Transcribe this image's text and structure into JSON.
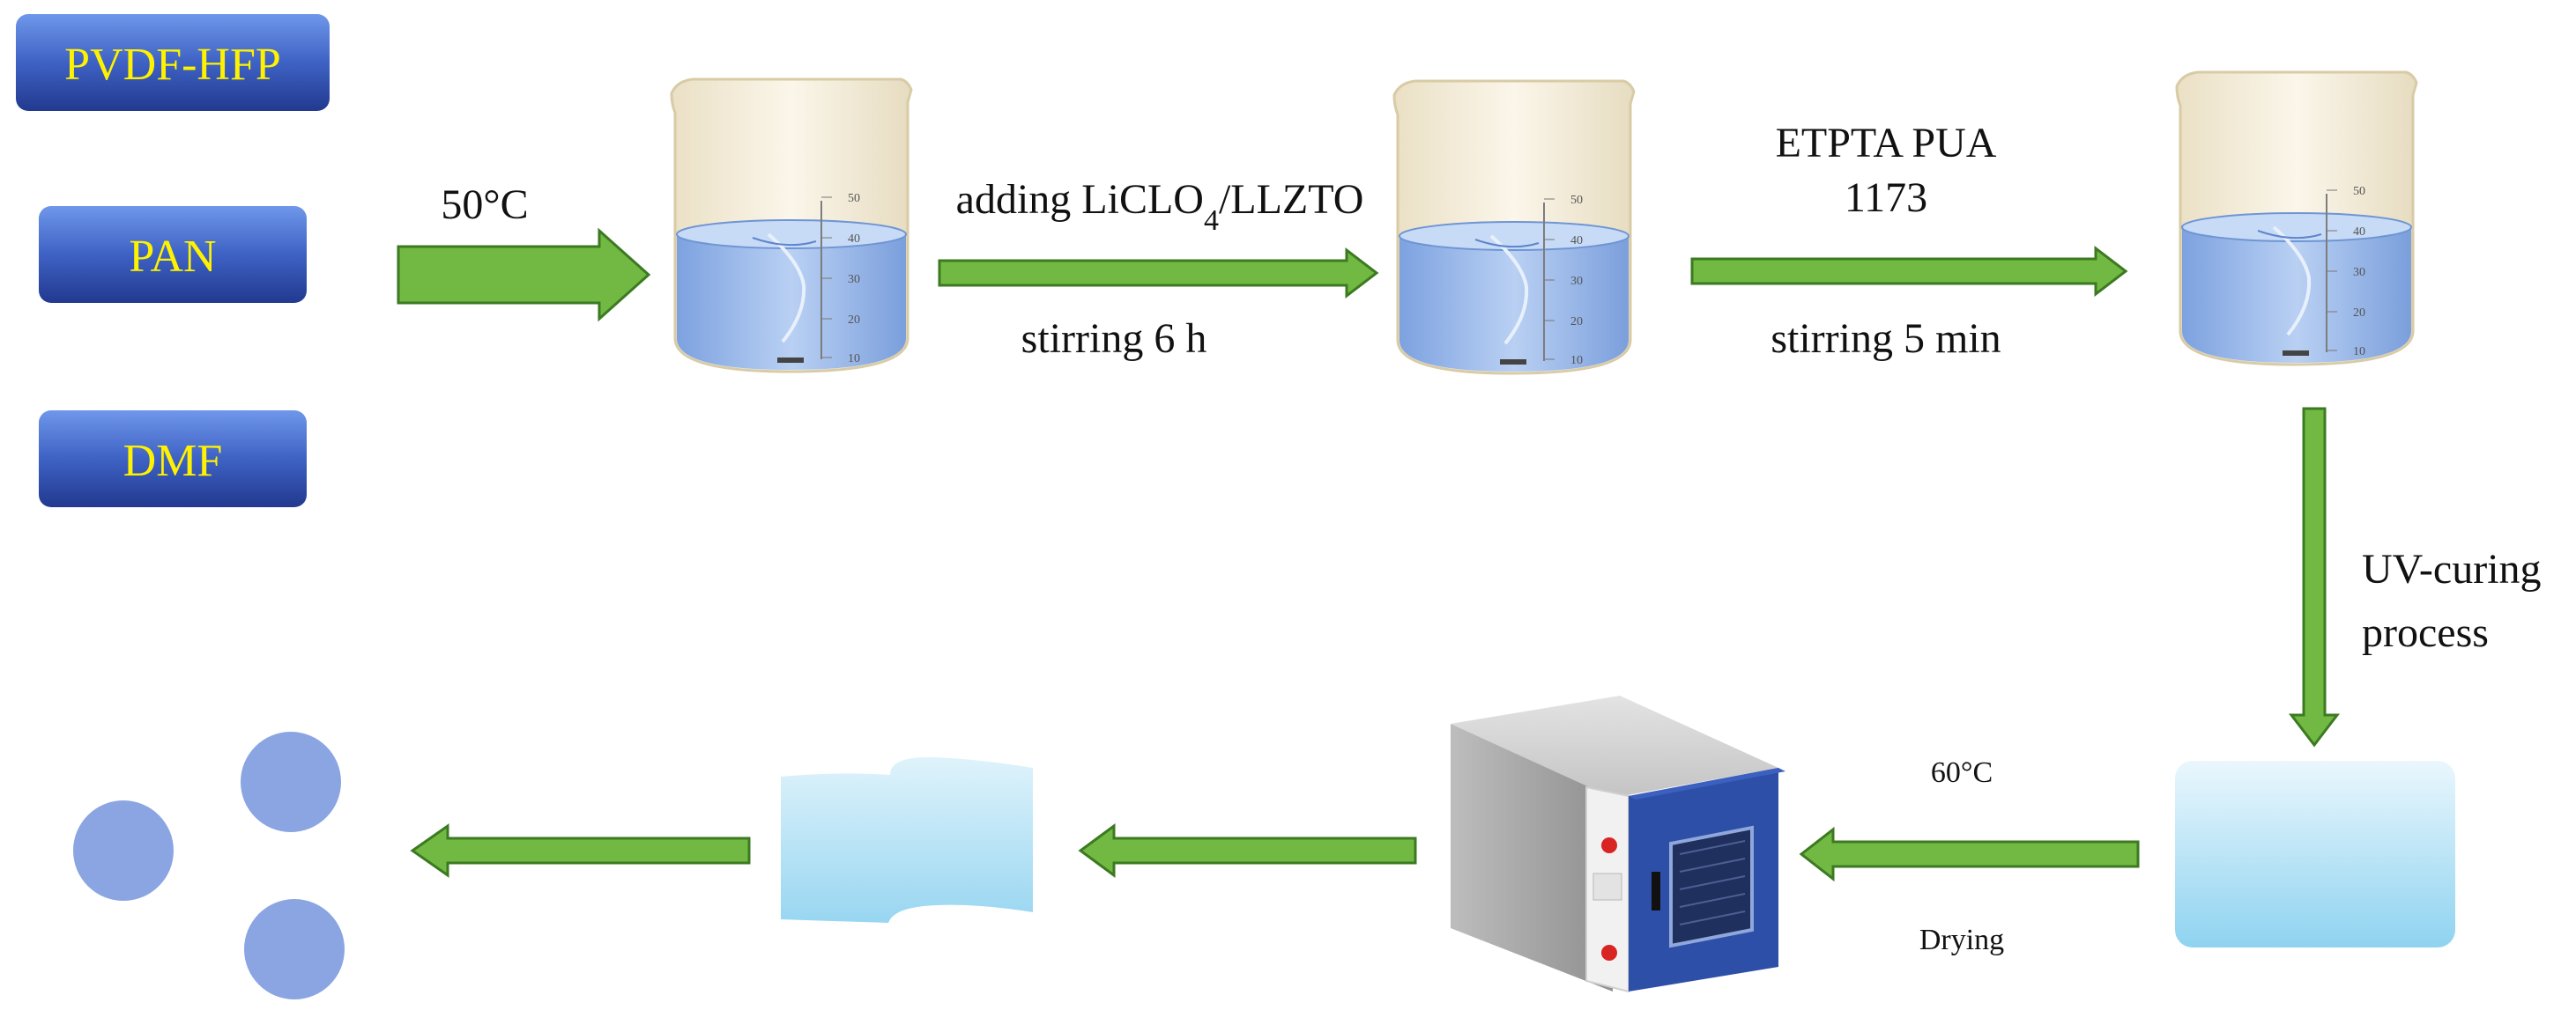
{
  "materials": [
    "PVDF-HFP",
    "PAN",
    "DMF"
  ],
  "steps": {
    "s1_top": "50°C",
    "s2_top": {
      "pre": "adding LiCLO",
      "sub": "4",
      "post": "/LLZTO"
    },
    "s2_bottom": "stirring 6 h",
    "s3_top_line1": "ETPTA PUA",
    "s3_top_line2": "1173",
    "s3_bottom": "stirring 5 min",
    "s4_line1": "UV-curing",
    "s4_line2": "process",
    "s5_top": "60°C",
    "s5_bottom": "Drying"
  },
  "beaker_scale": [
    "50",
    "40",
    "30",
    "20",
    "10"
  ],
  "colors": {
    "pill_top": "#5b86e0",
    "pill_bottom": "#253f9c",
    "pill_text": "#fff200",
    "arrow_fill": "#72b943",
    "arrow_stroke": "#3c7a22",
    "liquid": "#8fb2ea",
    "beaker_glass": "#f6efdc",
    "membrane": "#a9dcf3",
    "disc": "#8aa5e2",
    "oven_body": "#a8a8a8",
    "oven_door": "#2d4fa8"
  }
}
